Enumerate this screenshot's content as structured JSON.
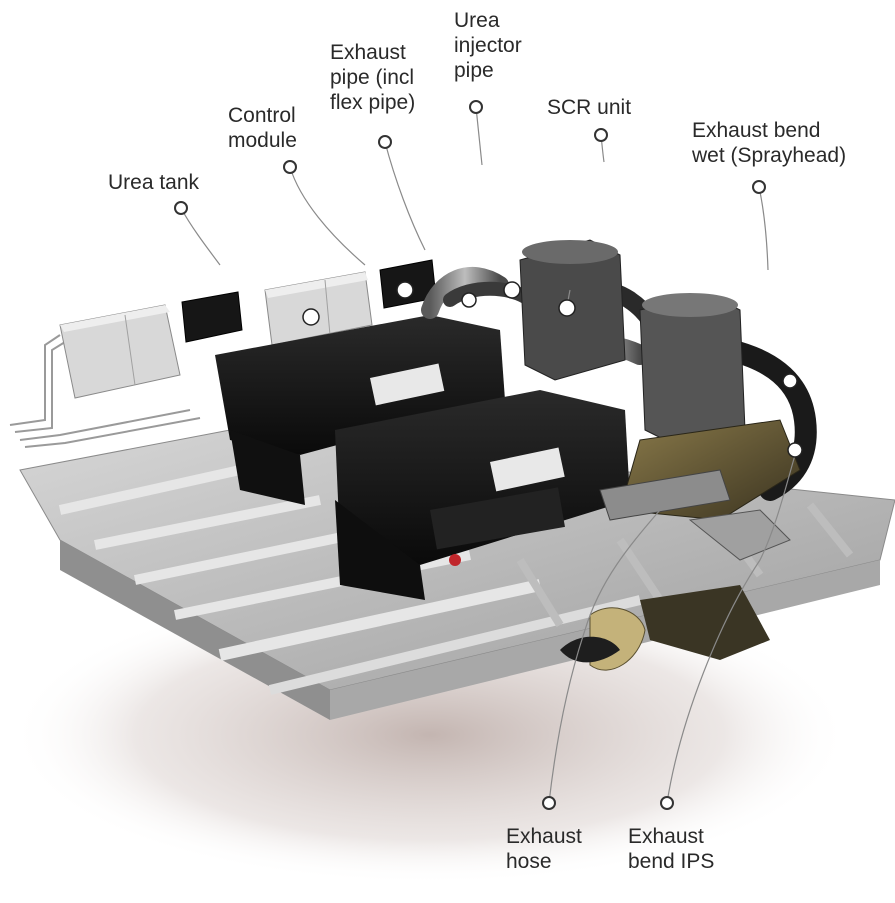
{
  "diagram": {
    "callouts": [
      {
        "id": "urea-tank",
        "lines": [
          "Urea tank"
        ]
      },
      {
        "id": "control-module",
        "lines": [
          "Control",
          "module"
        ]
      },
      {
        "id": "exhaust-pipe",
        "lines": [
          "Exhaust",
          "pipe (incl",
          "flex pipe)"
        ]
      },
      {
        "id": "urea-injector-pipe",
        "lines": [
          "Urea",
          "injector",
          "pipe"
        ]
      },
      {
        "id": "scr-unit",
        "lines": [
          "SCR unit"
        ]
      },
      {
        "id": "exhaust-bend-wet",
        "lines": [
          "Exhaust bend",
          "wet (Sprayhead)"
        ]
      },
      {
        "id": "exhaust-hose",
        "lines": [
          "Exhaust",
          "hose"
        ]
      },
      {
        "id": "exhaust-bend-ips",
        "lines": [
          "Exhaust",
          "bend IPS"
        ]
      }
    ]
  },
  "colors": {
    "hull": "#c9c9c9",
    "hull_shade": "#9c9c9c",
    "engine": "#151515",
    "steel": "#8e8e8e",
    "leader": "#8a8a8a",
    "text": "#2a2a2a"
  }
}
